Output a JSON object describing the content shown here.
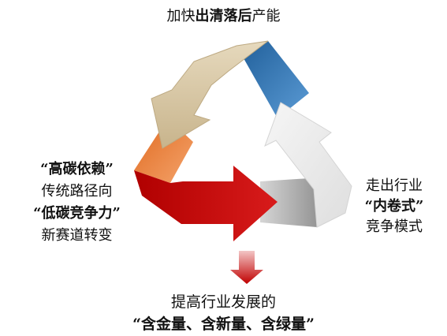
{
  "top_label": {
    "part1": "加快",
    "part2": "出清落后",
    "part3": "产能"
  },
  "left_block": {
    "line1": "“高碳依赖”",
    "line2": "传统路径向",
    "line3": "“低碳竞争力”",
    "line4": "新赛道转变"
  },
  "right_block": {
    "line1": "走出行业",
    "line2": "“内卷式”",
    "line3": "竞争模式"
  },
  "bottom_block": {
    "line1": "提高行业发展的",
    "line2": "“含金量、含新量、含绿量”"
  },
  "colors": {
    "tan": "#d9c8a5",
    "tan_dark": "#c4af86",
    "blue": "#2e75b6",
    "orange": "#ed7d31",
    "red": "#c00000",
    "grey": "#a6a6a6",
    "light_grey": "#ececec"
  }
}
